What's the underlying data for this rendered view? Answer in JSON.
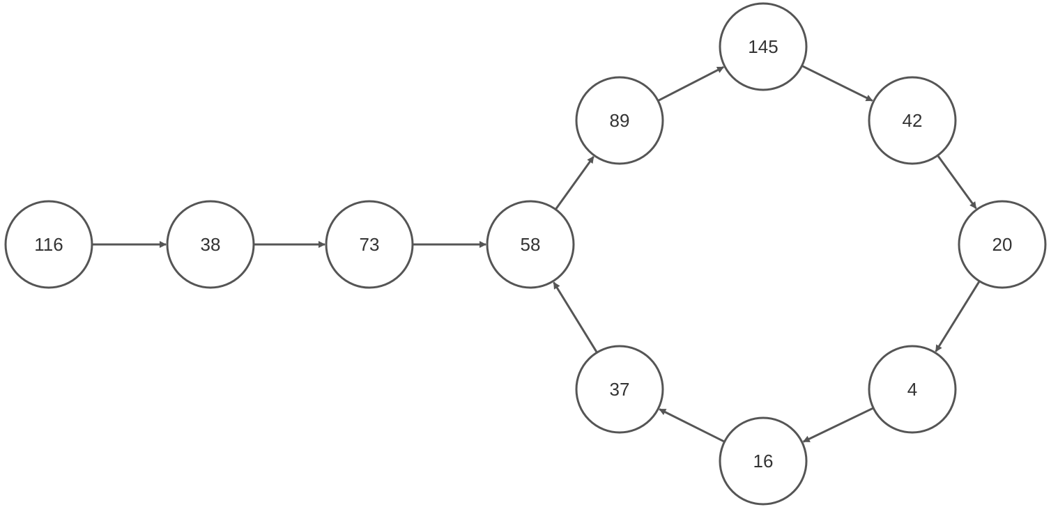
{
  "diagram": {
    "nodes": [
      {
        "id": "n116",
        "label": "116"
      },
      {
        "id": "n38",
        "label": "38"
      },
      {
        "id": "n73",
        "label": "73"
      },
      {
        "id": "n58",
        "label": "58"
      },
      {
        "id": "n89",
        "label": "89"
      },
      {
        "id": "n145",
        "label": "145"
      },
      {
        "id": "n42",
        "label": "42"
      },
      {
        "id": "n20",
        "label": "20"
      },
      {
        "id": "n4",
        "label": "4"
      },
      {
        "id": "n16",
        "label": "16"
      },
      {
        "id": "n37",
        "label": "37"
      }
    ],
    "edges": [
      {
        "from": "n116",
        "to": "n38"
      },
      {
        "from": "n38",
        "to": "n73"
      },
      {
        "from": "n73",
        "to": "n58"
      },
      {
        "from": "n58",
        "to": "n89"
      },
      {
        "from": "n89",
        "to": "n145"
      },
      {
        "from": "n145",
        "to": "n42"
      },
      {
        "from": "n42",
        "to": "n20"
      },
      {
        "from": "n20",
        "to": "n4"
      },
      {
        "from": "n4",
        "to": "n16"
      },
      {
        "from": "n16",
        "to": "n37"
      },
      {
        "from": "n37",
        "to": "n58"
      }
    ]
  }
}
